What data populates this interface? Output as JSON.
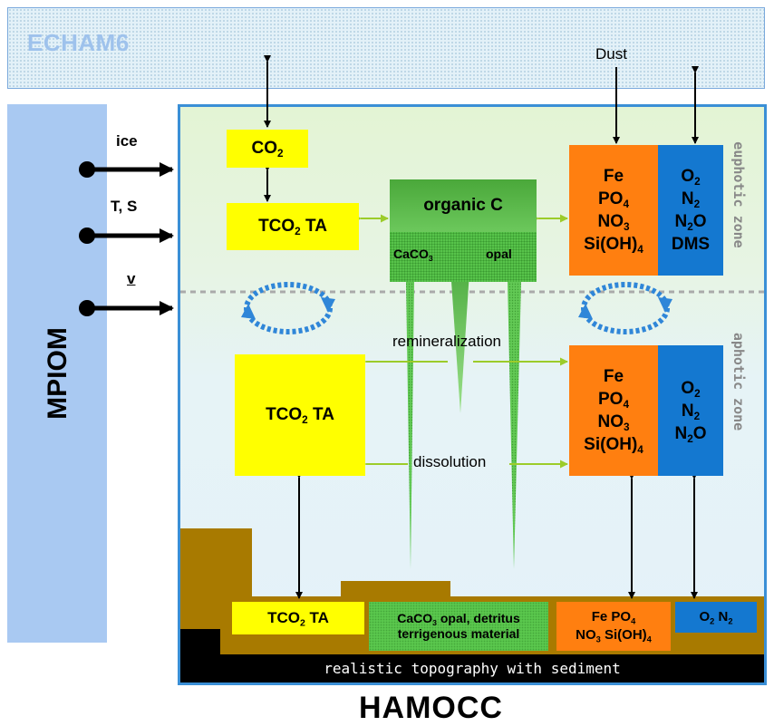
{
  "echam": {
    "title": "ECHAM6"
  },
  "mpiom": {
    "title": "MPIOM"
  },
  "hamocc": {
    "title": "HAMOCC"
  },
  "inputs": {
    "ice": "ice",
    "ts": "T, S",
    "v": "v"
  },
  "zones": {
    "euphotic": "euphotic zone",
    "aphotic": "aphotic zone"
  },
  "dust": "Dust",
  "euphotic": {
    "co2": {
      "base": "CO",
      "sub": "2"
    },
    "tco2ta": {
      "pre": "TCO",
      "sub": "2",
      "post": " TA"
    },
    "organic": "organic C",
    "caco3": {
      "base": "CaCO",
      "sub": "3"
    },
    "opal": "opal",
    "nutrients": {
      "fe": "Fe",
      "po4": {
        "base": "PO",
        "sub": "4"
      },
      "no3": {
        "base": "NO",
        "sub": "3"
      },
      "sioh4": {
        "base": "Si(OH)",
        "sub": "4"
      }
    },
    "gases": {
      "o2": {
        "base": "O",
        "sub": "2"
      },
      "n2": {
        "base": "N",
        "sub": "2"
      },
      "n2o": {
        "pre": "N",
        "sub": "2",
        "post": "O"
      },
      "dms": "DMS"
    }
  },
  "aphotic": {
    "remineralization": "remineralization",
    "dissolution": "dissolution",
    "tco2ta": {
      "pre": "TCO",
      "sub": "2",
      "post": " TA"
    },
    "nutrients": {
      "fe": "Fe",
      "po4": {
        "base": "PO",
        "sub": "4"
      },
      "no3": {
        "base": "NO",
        "sub": "3"
      },
      "sioh4": {
        "base": "Si(OH)",
        "sub": "4"
      }
    },
    "gases": {
      "o2": {
        "base": "O",
        "sub": "2"
      },
      "n2": {
        "base": "N",
        "sub": "2"
      },
      "n2o": {
        "pre": "N",
        "sub": "2",
        "post": "O"
      }
    }
  },
  "sediment": {
    "tco2ta": {
      "pre": "TCO",
      "sub": "2",
      "post": " TA"
    },
    "particles_line1_pre": "CaCO",
    "particles_line1_sub": "3",
    "particles_line1_post": " opal, detritus",
    "particles_line2": "terrigenous material",
    "nutrients_line1_pre": "Fe PO",
    "nutrients_line1_sub": "4",
    "nutrients_line2_pre": "NO",
    "nutrients_line2_sub": "3",
    "nutrients_line2_mid": " Si(OH)",
    "nutrients_line2_sub2": "4",
    "gases_pre": "O",
    "gases_sub": "2",
    "gases_post": " N",
    "gases_sub2": "2",
    "topography": "realistic topography with sediment"
  },
  "colors": {
    "yellow": "#ffff00",
    "orange": "#ff7f10",
    "blue": "#1478d0",
    "green": "#5ac74d",
    "sediment_brown": "#a87a00",
    "arrow_green": "#9ccc2a",
    "frame_blue": "#3a8fd6"
  }
}
